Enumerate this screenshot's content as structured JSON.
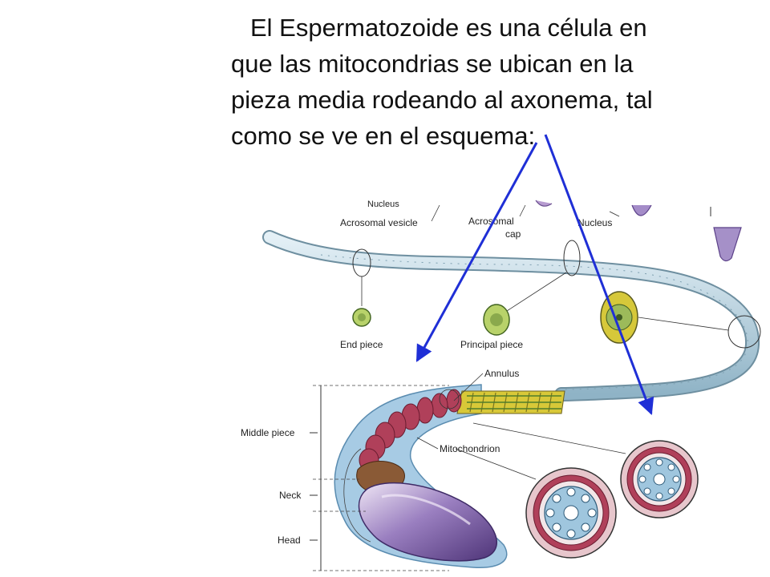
{
  "slide": {
    "text_lines": [
      "El Espermatozoide es una célula en",
      "que las mitocondrias se ubican en la",
      "pieza media rodeando al axonema, tal",
      "como se ve en el esquema:"
    ]
  },
  "diagram": {
    "labels": {
      "nucleus_top": "Nucleus",
      "acrosomal_vesicle": "Acrosomal vesicle",
      "acrosomal_cap_1": "Acrosomal",
      "acrosomal_cap_2": "cap",
      "nucleus": "Nucleus",
      "end_piece": "End piece",
      "principal_piece": "Principal piece",
      "annulus": "Annulus",
      "middle_piece": "Middle piece",
      "mitochondrion": "Mitochondrion",
      "neck": "Neck",
      "head": "Head"
    },
    "colors": {
      "arrow": "#1f2fd6",
      "tail": "#b8d4e0",
      "mitochondria": "#b0405a",
      "fibers": "#d8c838",
      "head": "#7a5ca0"
    }
  }
}
